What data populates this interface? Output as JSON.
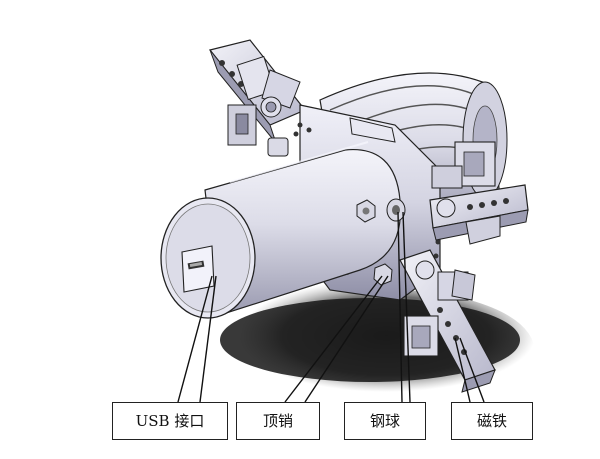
{
  "labels": {
    "usb": "USB 接口",
    "pin": "顶销",
    "ball": "钢球",
    "magnet": "磁铁"
  },
  "colors": {
    "metal_light": "#e6e6f0",
    "metal_mid": "#c8c8d8",
    "metal_dark": "#8a8aa0",
    "outline": "#222222",
    "shadow": "#1a1a1a"
  }
}
